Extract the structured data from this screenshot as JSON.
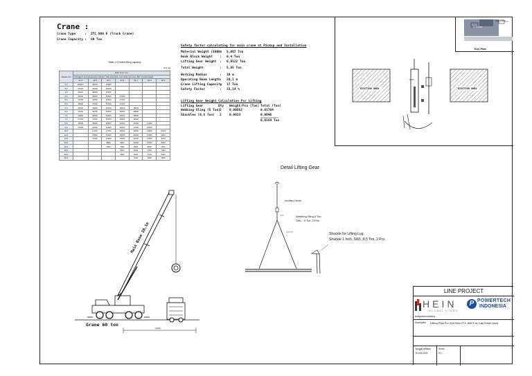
{
  "crane_info": {
    "title": "Crane :",
    "type_label": "Crane Type",
    "type_value": "ZTC 800 E (Truck Crane)",
    "capacity_label": "Crane Capacity",
    "capacity_value": "60 Ton",
    "colon": ":"
  },
  "load_table": {
    "caption": "Table 1-5   Rated lifting capacity",
    "unit": "Unit: kg",
    "radius_header": "Radius (m)",
    "boom_header": "Main boom (m)",
    "note": "Outriggers and telescoping cylinder I fully extended, over sides and rear, 360°",
    "counterweight": "counterweight",
    "booms": [
      "11.6",
      "15.8",
      "20.1",
      "24.4",
      "32.7",
      "36.3",
      "45.0"
    ],
    "rows": [
      [
        "3.0",
        "60000*",
        "46000",
        "38000",
        "",
        "",
        "",
        ""
      ],
      [
        "3.5",
        "51000",
        "46000",
        "38000",
        "",
        "",
        "",
        ""
      ],
      [
        "4.0",
        "50000",
        "45000",
        "35000",
        "",
        "",
        "",
        ""
      ],
      [
        "4.5",
        "46000",
        "42000",
        "36000",
        "27000",
        "",
        "",
        ""
      ],
      [
        "5.0",
        "41500",
        "41500",
        "35000",
        "27000",
        "",
        "",
        ""
      ],
      [
        "5.5",
        "38000",
        "37000",
        "31000",
        "27000",
        "",
        "",
        ""
      ],
      [
        "6.0",
        "36500",
        "33800",
        "30000",
        "26000",
        "18800",
        "",
        ""
      ],
      [
        "6.5",
        "31500",
        "32700",
        "30000",
        "26000",
        "18800",
        "",
        ""
      ],
      [
        "7.0",
        "29900",
        "28000",
        "28000",
        "24000",
        "18800",
        "",
        ""
      ],
      [
        "7.5",
        "27000",
        "27000",
        "25000",
        "22500",
        "18000",
        "",
        ""
      ],
      [
        "8.0",
        "25500",
        "26500",
        "25000",
        "22000",
        "16400",
        "14400",
        ""
      ],
      [
        "9.0",
        "21500",
        "21500",
        "21000",
        "20000",
        "17000",
        "10500",
        ""
      ],
      [
        "10.0",
        "",
        "17200",
        "17300",
        "18000",
        "15800",
        "12800",
        "10200"
      ],
      [
        "11.0",
        "",
        "16800",
        "14600",
        "15000",
        "14600",
        "12300",
        "9600"
      ],
      [
        "12.0",
        "",
        "12200",
        "12200",
        "13000",
        "12200",
        "11500",
        "9200"
      ],
      [
        "14.0",
        "",
        "",
        "8800",
        "9800",
        "10200",
        "10200",
        "8400"
      ],
      [
        "16.0",
        "",
        "",
        "6800",
        "7800",
        "8300",
        "8600",
        "7800"
      ],
      [
        "18.0",
        "",
        "",
        "",
        "5600",
        "6500",
        "7000",
        "7000"
      ],
      [
        "20.0",
        "",
        "",
        "",
        "4800",
        "5200",
        "5700",
        "6000"
      ],
      [
        "22.0",
        "",
        "",
        "",
        "",
        "4200",
        "4600",
        "4800"
      ]
    ]
  },
  "safety_calc": {
    "heading": "Safety factor calculating for main crane at Pickup and Installation",
    "lines": [
      {
        "label": "Material Weight (5000)",
        "value": "5,867 Ton"
      },
      {
        "label": "Hook Block Weight",
        "value": "0,4 Ton"
      },
      {
        "label": "Lifting Gear Weight",
        "value": "0,0122 Ton"
      },
      {
        "label": "Total Weight",
        "value": "5,85 Ton"
      },
      {
        "label": "Working Radius",
        "value": "10 m"
      },
      {
        "label": "Operating Boom Length",
        "value": "20,1 m"
      },
      {
        "label": "Crane Lifting Capacity",
        "value": "17 Ton"
      },
      {
        "label": "Safety Factor",
        "value": "33,14 %"
      }
    ]
  },
  "gear_calc": {
    "heading": "Lifting Gear Weight Calculation For Lifting",
    "header": {
      "item": "Lifting Gear",
      "qty": "Qty",
      "weight": "Weight/Pcs (Ton)",
      "total": "Total (Ton)"
    },
    "rows": [
      {
        "item": "Webbing Sling (5 Ton)",
        "qty": "2",
        "weight": "0,00852",
        "total": "0,01704"
      },
      {
        "item": "Shackles (8,5 Ton)",
        "qty": "2",
        "weight": "0,0023",
        "total": "0,0046"
      }
    ],
    "total": "0,0164 Ton"
  },
  "key_plan": {
    "label": "Key Plan",
    "tag1": "SKID GAS/C",
    "tag2": "AL WATER"
  },
  "site_plan": {
    "left_label": "EXISTING AREA",
    "right_label": "EXISTING AREA"
  },
  "crane_drawing": {
    "boom_label": "Main Boom 20,1m",
    "crane_label": "Grane 60 ton",
    "dimension": "10000"
  },
  "lifting_detail": {
    "title": "Detail Lifting Gear",
    "auxiliary": "Auxiliary Hooks",
    "sling_line1": "Webbing Sling 5 Ton",
    "sling_line2": "SWL : 5 Ton, 2 Pcs",
    "shackle_line1": "Shackle for Lifting Lug",
    "shackle_line2": "Shackle 1 Inch, SWL :8,5 Ton, 2 Pcs"
  },
  "title_block": {
    "project": "LINE PROJECT",
    "company1": "HEIN",
    "company1_sub": "GLOBAL UTAMA",
    "company2_line1": "POWERTECH",
    "company2_line2": "INDONESIA",
    "drawing_label": "Assignment drawing",
    "description_label": "Description",
    "description": "Lifting Plan For 20ft Skid ZTC 800 E on Lay Down Area",
    "date_label": "Tanggal terbitan",
    "date": "18 Juni 2023",
    "revisi_label": "Revisi",
    "revisi": "0.0"
  }
}
